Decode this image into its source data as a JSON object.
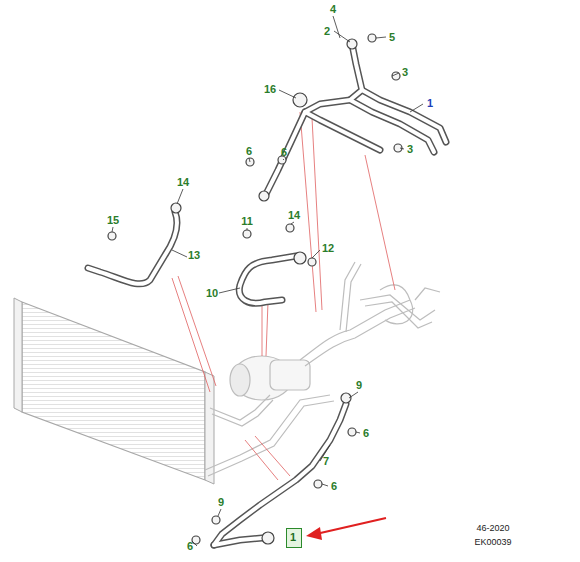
{
  "diagram": {
    "nodes": [
      {
        "text": [
          "1"
        ]
      }
    ],
    "labels": [
      "4",
      "2",
      "5",
      "3",
      "16",
      "1",
      "3",
      "6",
      "6",
      "14",
      "15",
      "13",
      "11",
      "14",
      "12",
      "10",
      "9",
      "6",
      "7",
      "6",
      "9",
      "6",
      "46-2020",
      "EK00039"
    ]
  }
}
